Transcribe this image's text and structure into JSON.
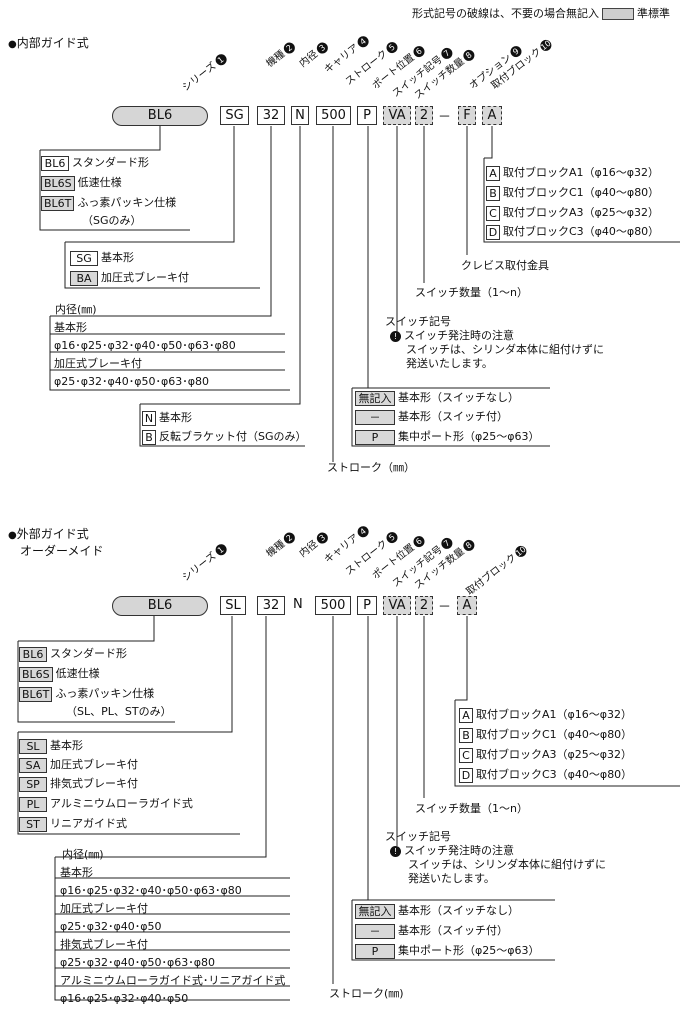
{
  "header": {
    "note_prefix": "形式記号の破線は、不要の場合無記入",
    "note_suffix": "準標準"
  },
  "sections": [
    {
      "title": "内部ガイド式",
      "labels": [
        {
          "text": "シリーズ",
          "num": "1"
        },
        {
          "text": "機種",
          "num": "2"
        },
        {
          "text": "内径",
          "num": "3"
        },
        {
          "text": "キャリア",
          "num": "4"
        },
        {
          "text": "ストローク",
          "num": "5"
        },
        {
          "text": "ポート位置",
          "num": "6"
        },
        {
          "text": "スイッチ記号",
          "num": "7"
        },
        {
          "text": "スイッチ数量",
          "num": "8"
        },
        {
          "text": "オプション",
          "num": "9"
        },
        {
          "text": "取付ブロック",
          "num": "10"
        }
      ],
      "code": {
        "series": "BL6",
        "model": "SG",
        "bore": "32",
        "carrier": "N",
        "stroke": "500",
        "port": "P",
        "switch": "VA",
        "qty": "2",
        "dash": "－",
        "option": "F",
        "block": "A"
      },
      "series_options": [
        {
          "code": "BL6",
          "text": "スタンダード形"
        },
        {
          "code": "BL6S",
          "text": "低速仕様"
        },
        {
          "code": "BL6T",
          "text": "ふっ素パッキン仕様"
        }
      ],
      "series_note": "（SGのみ）",
      "model_options": [
        {
          "code": "SG",
          "text": "基本形"
        },
        {
          "code": "BA",
          "text": "加圧式ブレーキ付"
        }
      ],
      "bore": {
        "title": "内径(㎜)",
        "rows": [
          {
            "label": "基本形",
            "values": "φ16･φ25･φ32･φ40･φ50･φ63･φ80"
          },
          {
            "label": "加圧式ブレーキ付",
            "values": "φ25･φ32･φ40･φ50･φ63･φ80"
          }
        ]
      },
      "carrier_options": [
        {
          "code": "N",
          "text": "基本形"
        },
        {
          "code": "B",
          "text": "反転ブラケット付（SGのみ）"
        }
      ],
      "stroke_label": "ストローク（㎜）",
      "port_options": [
        {
          "code": "無記入",
          "text": "基本形（スイッチなし）"
        },
        {
          "code": "－",
          "text": "基本形（スイッチ付）"
        },
        {
          "code": "P",
          "text": "集中ポート形（φ25～φ63）"
        }
      ],
      "switch": {
        "title": "スイッチ記号",
        "warn_icon": "!",
        "warn": "スイッチ発注時の注意",
        "lines": [
          "スイッチは、シリンダ本体に組付けずに",
          "発送いたします。"
        ]
      },
      "qty_label": "スイッチ数量（1～n）",
      "option_label": "クレビス取付金具",
      "block_options": [
        {
          "code": "A",
          "text": "取付ブロックA1（φ16～φ32）"
        },
        {
          "code": "B",
          "text": "取付ブロックC1（φ40～φ80）"
        },
        {
          "code": "C",
          "text": "取付ブロックA3（φ25～φ32）"
        },
        {
          "code": "D",
          "text": "取付ブロックC3（φ40～φ80）"
        }
      ]
    },
    {
      "title": "外部ガイド式",
      "title2": "オーダーメイド",
      "labels": [
        {
          "text": "シリーズ",
          "num": "1"
        },
        {
          "text": "機種",
          "num": "2"
        },
        {
          "text": "内径",
          "num": "3"
        },
        {
          "text": "キャリア",
          "num": "4"
        },
        {
          "text": "ストローク",
          "num": "5"
        },
        {
          "text": "ポート位置",
          "num": "6"
        },
        {
          "text": "スイッチ記号",
          "num": "7"
        },
        {
          "text": "スイッチ数量",
          "num": "8"
        },
        {
          "text": "取付ブロック",
          "num": "10"
        }
      ],
      "code": {
        "series": "BL6",
        "model": "SL",
        "bore": "32",
        "carrier": "N",
        "stroke": "500",
        "port": "P",
        "switch": "VA",
        "qty": "2",
        "dash": "－",
        "block": "A"
      },
      "series_options": [
        {
          "code": "BL6",
          "text": "スタンダード形"
        },
        {
          "code": "BL6S",
          "text": "低速仕様"
        },
        {
          "code": "BL6T",
          "text": "ふっ素パッキン仕様"
        }
      ],
      "series_note": "（SL、PL、STのみ）",
      "model_options": [
        {
          "code": "SL",
          "text": "基本形"
        },
        {
          "code": "SA",
          "text": "加圧式ブレーキ付"
        },
        {
          "code": "SP",
          "text": "排気式ブレーキ付"
        },
        {
          "code": "PL",
          "text": "アルミニウムローラガイド式"
        },
        {
          "code": "ST",
          "text": "リニアガイド式"
        }
      ],
      "bore": {
        "title": "内径(㎜)",
        "rows": [
          {
            "label": "基本形",
            "values": "φ16･φ25･φ32･φ40･φ50･φ63･φ80"
          },
          {
            "label": "加圧式ブレーキ付",
            "values": "φ25･φ32･φ40･φ50"
          },
          {
            "label": "排気式ブレーキ付",
            "values": "φ25･φ32･φ40･φ50･φ63･φ80"
          },
          {
            "label": "アルミニウムローラガイド式･リニアガイド式",
            "values": "φ16･φ25･φ32･φ40･φ50"
          }
        ]
      },
      "stroke_label": "ストローク(㎜)",
      "port_options": [
        {
          "code": "無記入",
          "text": "基本形（スイッチなし）"
        },
        {
          "code": "－",
          "text": "基本形（スイッチ付）"
        },
        {
          "code": "P",
          "text": "集中ポート形（φ25～φ63）"
        }
      ],
      "switch": {
        "title": "スイッチ記号",
        "warn_icon": "!",
        "warn": "スイッチ発注時の注意",
        "lines": [
          "スイッチは、シリンダ本体に組付けずに",
          "発送いたします。"
        ]
      },
      "qty_label": "スイッチ数量（1～n）",
      "block_options": [
        {
          "code": "A",
          "text": "取付ブロックA1（φ16～φ32）"
        },
        {
          "code": "B",
          "text": "取付ブロックC1（φ40～φ80）"
        },
        {
          "code": "C",
          "text": "取付ブロックA3（φ25～φ32）"
        },
        {
          "code": "D",
          "text": "取付ブロックC3（φ40～φ80）"
        }
      ]
    }
  ]
}
